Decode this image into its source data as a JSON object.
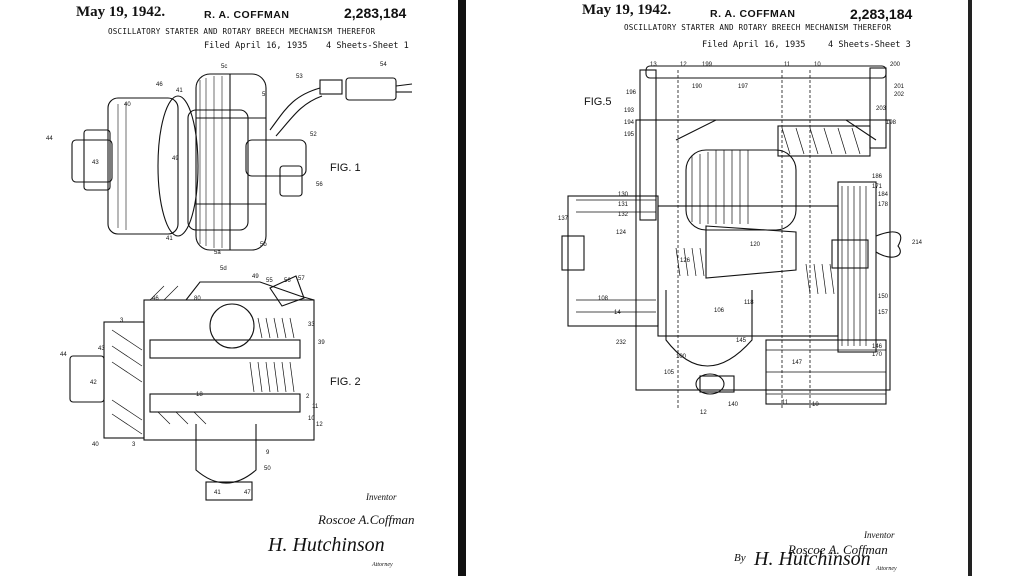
{
  "sheets": [
    {
      "date": "May 19, 1942.",
      "inventor": "R. A. COFFMAN",
      "patent_no": "2,283,184",
      "title": "OSCILLATORY STARTER AND ROTARY BREECH MECHANISM THEREFOR",
      "filed": "Filed April 16, 1935",
      "sheet": "4 Sheets-Sheet 1",
      "figures": [
        "FIG. 1",
        "FIG. 2"
      ],
      "fig1_labels": [
        "5c",
        "46",
        "41",
        "5",
        "53",
        "54",
        "40",
        "44",
        "43",
        "49",
        "52",
        "56",
        "41",
        "5a",
        "5b",
        "5d"
      ],
      "fig2_labels": [
        "49",
        "55",
        "56",
        "57",
        "46",
        "80",
        "33",
        "3",
        "44",
        "43",
        "42",
        "40",
        "3",
        "18",
        "9",
        "2",
        "11",
        "10",
        "12",
        "39",
        "47",
        "41",
        "50"
      ],
      "inventor_caption": "Inventor",
      "inventor_name": "Roscoe A.Coffman",
      "attorney_signature": "H. Hutchinson",
      "attorney_caption": "Attorney"
    },
    {
      "date": "May 19, 1942.",
      "inventor": "R. A. COFFMAN",
      "patent_no": "2,283,184",
      "title": "OSCILLATORY STARTER AND ROTARY BREECH MECHANISM THEREFOR",
      "filed": "Filed April 16, 1935",
      "sheet": "4 Sheets-Sheet 3",
      "figures": [
        "FIG.5"
      ],
      "fig5_labels": [
        "13",
        "12",
        "199",
        "11",
        "10",
        "196",
        "190",
        "197",
        "193",
        "194",
        "195",
        "200",
        "201",
        "202",
        "203",
        "198",
        "130",
        "131",
        "132",
        "137",
        "124",
        "126",
        "120",
        "118",
        "14",
        "108",
        "106",
        "100",
        "105",
        "232",
        "145",
        "147",
        "140",
        "12",
        "11",
        "10",
        "184",
        "178",
        "214",
        "150",
        "157",
        "146",
        "170",
        "186",
        "171"
      ],
      "inventor_caption": "Inventor",
      "inventor_name": "Roscoe A. Coffman",
      "by_label": "By",
      "attorney_signature": "H. Hutchinson",
      "attorney_caption": "Attorney"
    }
  ]
}
